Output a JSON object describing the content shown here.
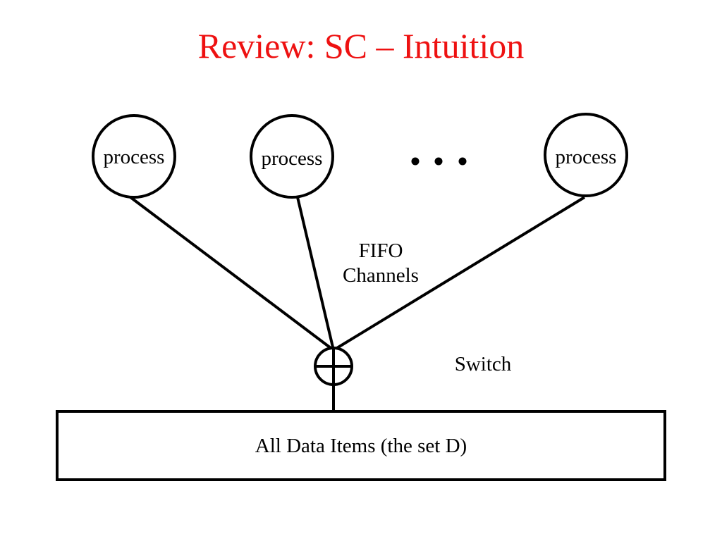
{
  "title": "Review: SC – Intuition",
  "colors": {
    "title": "#ee1111",
    "stroke": "#000000",
    "background": "#ffffff"
  },
  "processes": [
    {
      "label": "process"
    },
    {
      "label": "process"
    },
    {
      "label": "process"
    }
  ],
  "ellipsis": "• • •",
  "channels_label": {
    "line1": "FIFO",
    "line2": "Channels"
  },
  "switch_label": "Switch",
  "switch_symbol": "circle-plus",
  "memory_label": "All Data Items (the set D)"
}
